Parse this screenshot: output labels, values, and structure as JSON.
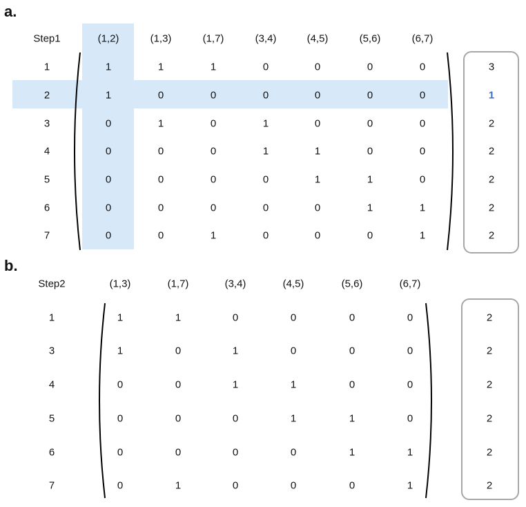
{
  "panel_a": {
    "label": "a.",
    "step": "Step1",
    "columns": [
      "(1,2)",
      "(1,3)",
      "(1,7)",
      "(3,4)",
      "(4,5)",
      "(5,6)",
      "(6,7)"
    ],
    "rows": [
      "1",
      "2",
      "3",
      "4",
      "5",
      "6",
      "7"
    ],
    "matrix": [
      [
        "1",
        "1",
        "1",
        "0",
        "0",
        "0",
        "0"
      ],
      [
        "1",
        "0",
        "0",
        "0",
        "0",
        "0",
        "0"
      ],
      [
        "0",
        "1",
        "0",
        "1",
        "0",
        "0",
        "0"
      ],
      [
        "0",
        "0",
        "0",
        "1",
        "1",
        "0",
        "0"
      ],
      [
        "0",
        "0",
        "0",
        "0",
        "1",
        "1",
        "0"
      ],
      [
        "0",
        "0",
        "0",
        "0",
        "0",
        "1",
        "1"
      ],
      [
        "0",
        "0",
        "1",
        "0",
        "0",
        "0",
        "1"
      ]
    ],
    "degrees": [
      "3",
      "1",
      "2",
      "2",
      "2",
      "2",
      "2"
    ],
    "highlighted_column": "(1,2)",
    "highlighted_row": "2",
    "highlight_color": "#d7e8f8",
    "highlight_degree_color": "#3d6fd1"
  },
  "panel_b": {
    "label": "b.",
    "step": "Step2",
    "columns": [
      "(1,3)",
      "(1,7)",
      "(3,4)",
      "(4,5)",
      "(5,6)",
      "(6,7)"
    ],
    "rows": [
      "1",
      "3",
      "4",
      "5",
      "6",
      "7"
    ],
    "matrix": [
      [
        "1",
        "1",
        "0",
        "0",
        "0",
        "0"
      ],
      [
        "1",
        "0",
        "1",
        "0",
        "0",
        "0"
      ],
      [
        "0",
        "0",
        "1",
        "1",
        "0",
        "0"
      ],
      [
        "0",
        "0",
        "0",
        "1",
        "1",
        "0"
      ],
      [
        "0",
        "0",
        "0",
        "0",
        "1",
        "1"
      ],
      [
        "0",
        "1",
        "0",
        "0",
        "0",
        "1"
      ]
    ],
    "degrees": [
      "2",
      "2",
      "2",
      "2",
      "2",
      "2"
    ]
  }
}
